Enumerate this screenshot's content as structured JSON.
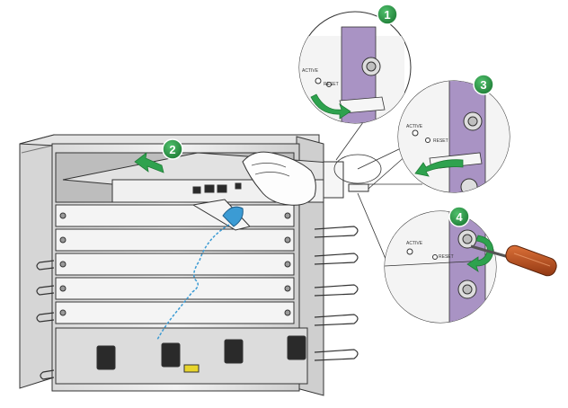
{
  "steps": {
    "step1": "1",
    "step2": "2",
    "step3": "3",
    "step4": "4"
  },
  "labels": {
    "active_a": "ACTIVE",
    "reset_a": "RESET",
    "active_b": "ACTIVE",
    "reset_b": "RESET",
    "active_c": "ACTIVE",
    "reset_c": "RESET"
  },
  "colors": {
    "step_badge": "#2e9b4a",
    "arrow": "#2ea24e",
    "wrist_strap": "#3b9bd4",
    "module_panel": "#a993c4",
    "screwdriver_handle": "#b8501e",
    "chassis_line": "#333333",
    "chassis_fill": "#e8e8e8"
  },
  "icons": {
    "badge": "numbered-step-badge",
    "arrow": "green-direction-arrow",
    "strap": "esd-wrist-strap-icon",
    "tool": "screwdriver-icon"
  }
}
